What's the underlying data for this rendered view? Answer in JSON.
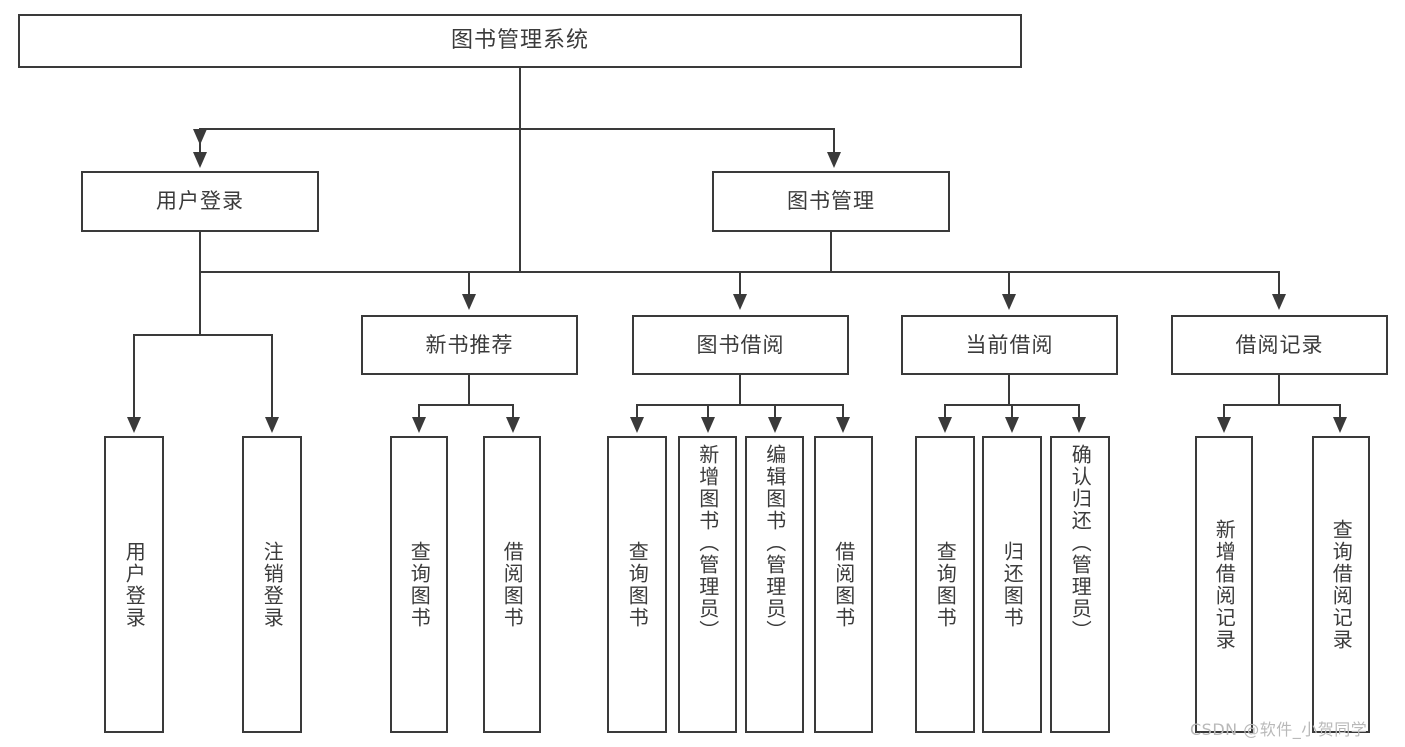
{
  "diagram": {
    "title": "图书管理系统",
    "type": "功能结构图",
    "root": {
      "label": "图书管理系统"
    },
    "level2": [
      {
        "label": "用户登录"
      },
      {
        "label": "图书管理"
      }
    ],
    "level3": [
      {
        "label": "新书推荐"
      },
      {
        "label": "图书借阅"
      },
      {
        "label": "当前借阅"
      },
      {
        "label": "借阅记录"
      }
    ],
    "leaves": {
      "user_login": [
        {
          "label": "用户登录"
        },
        {
          "label": "注销登录"
        }
      ],
      "new_book": [
        {
          "label": "查询图书"
        },
        {
          "label": "借阅图书"
        }
      ],
      "book_borrow": [
        {
          "label": "查询图书"
        },
        {
          "label": "新增图书（管理员）"
        },
        {
          "label": "编辑图书（管理员）"
        },
        {
          "label": "借阅图书"
        }
      ],
      "current_borrow": [
        {
          "label": "查询图书"
        },
        {
          "label": "归还图书"
        },
        {
          "label": "确认归还（管理员）"
        }
      ],
      "borrow_record": [
        {
          "label": "新增借阅记录"
        },
        {
          "label": "查询借阅记录"
        }
      ]
    }
  },
  "watermark": {
    "text": "CSDN @软件_小贺同学"
  },
  "colors": {
    "stroke": "#3a3a3a",
    "text": "#3b3b3b",
    "background": "#ffffff",
    "watermark": "#b9b9b9"
  }
}
